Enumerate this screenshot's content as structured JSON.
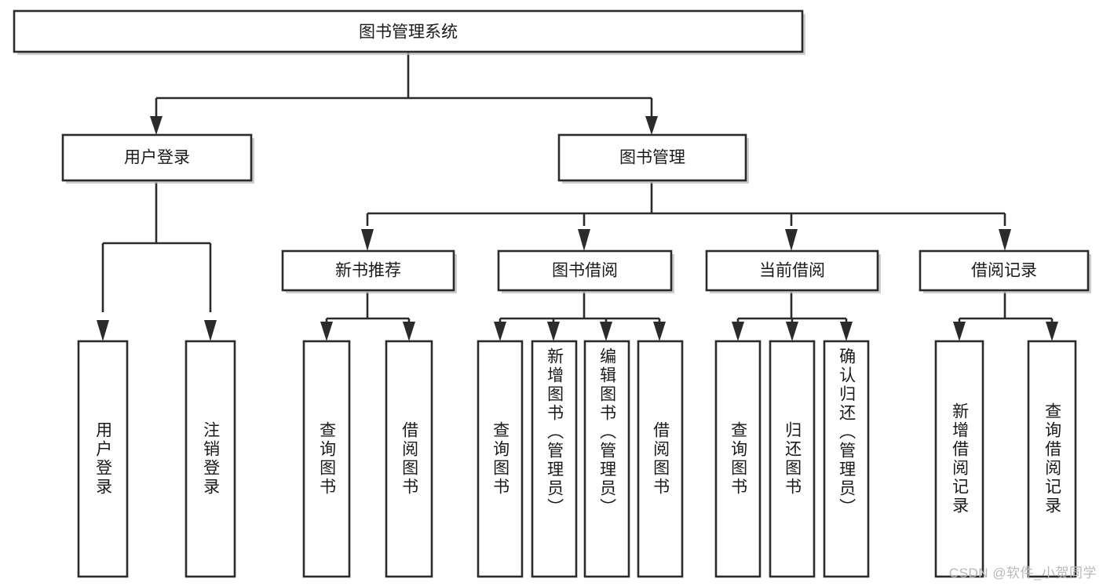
{
  "diagram": {
    "title": "图书管理系统",
    "watermark": "CSDN @软件_小贺同学",
    "colors": {
      "box_stroke": "#2b2b2b",
      "box_fill": "#ffffff",
      "shadow": "#bdbdbd",
      "text": "#1a1a1a",
      "watermark": "#b9b9b9",
      "background": "#ffffff"
    },
    "root": {
      "label": "图书管理系统"
    },
    "level2": [
      {
        "label": "用户登录"
      },
      {
        "label": "图书管理"
      }
    ],
    "level3": [
      {
        "label": "新书推荐"
      },
      {
        "label": "图书借阅"
      },
      {
        "label": "当前借阅"
      },
      {
        "label": "借阅记录"
      }
    ],
    "leaves": {
      "user_login": [
        {
          "label": "用户登录"
        },
        {
          "label": "注销登录"
        }
      ],
      "new_book_recommend": [
        {
          "label": "查询图书"
        },
        {
          "label": "借阅图书"
        }
      ],
      "book_borrow": [
        {
          "label": "查询图书"
        },
        {
          "label": "新增图书（管理员）"
        },
        {
          "label": "编辑图书（管理员）"
        },
        {
          "label": "借阅图书"
        }
      ],
      "current_borrow": [
        {
          "label": "查询图书"
        },
        {
          "label": "归还图书"
        },
        {
          "label": "确认归还（管理员）"
        }
      ],
      "borrow_record": [
        {
          "label": "新增借阅记录"
        },
        {
          "label": "查询借阅记录"
        }
      ]
    }
  }
}
